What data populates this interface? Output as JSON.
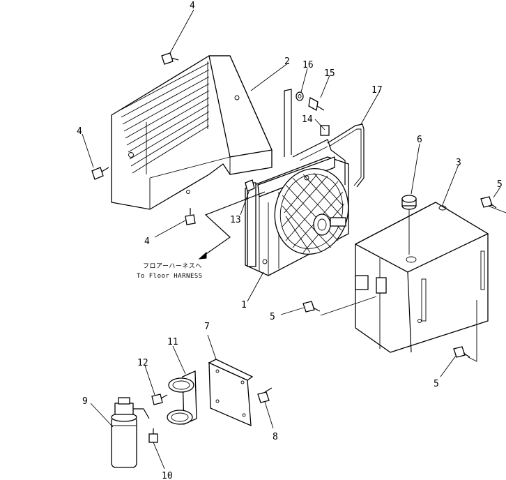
{
  "callouts": {
    "c1": "1",
    "c2": "2",
    "c3": "3",
    "c4a": "4",
    "c4b": "4",
    "c4c": "4",
    "c5a": "5",
    "c5b": "5",
    "c5c": "5",
    "c6": "6",
    "c7": "7",
    "c8": "8",
    "c9": "9",
    "c10": "10",
    "c11": "11",
    "c12": "12",
    "c13": "13",
    "c14": "14",
    "c15": "15",
    "c16": "16",
    "c17": "17"
  },
  "harness_note": {
    "jp": "フロアーハーネスへ",
    "en": "To Floor HARNESS"
  }
}
